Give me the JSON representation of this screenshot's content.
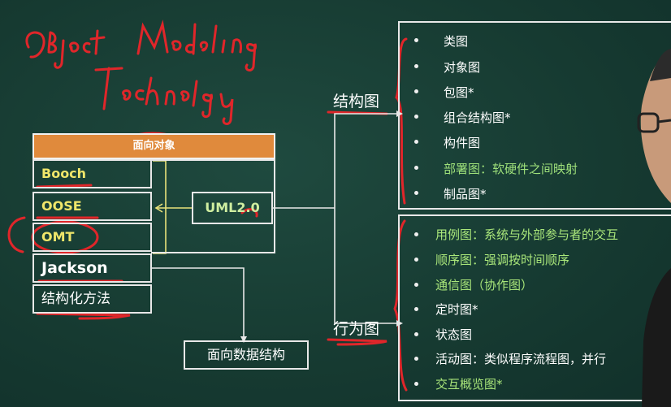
{
  "handwriting": {
    "line1": "Object Modeling",
    "line2": "Technology"
  },
  "table": {
    "header": "面向对象",
    "rows": [
      "Booch",
      "OOSE",
      "OMT",
      "Jackson",
      "结构化方法"
    ]
  },
  "uml": {
    "label": "UML2.0"
  },
  "data_structure": {
    "label": "面向数据结构"
  },
  "structure_diagrams": {
    "title": "结构图",
    "items": [
      "类图",
      "对象图",
      "包图*",
      "组合结构图*",
      "构件图",
      "部署图：软硬件之间映射",
      "制品图*"
    ]
  },
  "behavior_diagrams": {
    "title": "行为图",
    "items": [
      "用例图：系统与外部参与者的交互",
      "顺序图：强调按时间顺序",
      "通信图（协作图）",
      "定时图*",
      "状态图",
      "活动图：类似程序流程图，并行",
      "交互概览图*"
    ]
  },
  "colors": {
    "board": "#163a31",
    "header_orange": "#e08a3c",
    "red_ink": "#e0262a",
    "yellow_text": "#f0e66a",
    "green_text": "#9ee07a"
  }
}
